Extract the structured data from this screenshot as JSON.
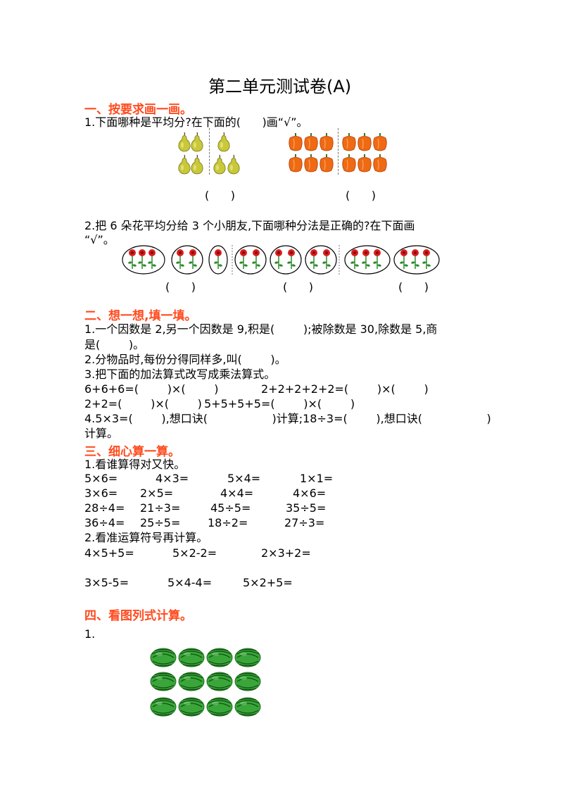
{
  "title": "第二单元测试卷(A)",
  "sections": {
    "s1": "一、按要求画一画。",
    "s2": "二、想一想,填一填。",
    "s3": "三、细心算一算。",
    "s4": "四、看图列式计算。"
  },
  "q1": {
    "line1": "1.下面哪种是平均分?在下面的(      )画“√”。",
    "paren_a": "(      )",
    "paren_b": "(      )"
  },
  "q2": {
    "line1": "2.把 6 朵花平均分给 3 个小朋友,下面哪种分法是正确的?在下面画",
    "line2": "“√”。",
    "paren_a": "(      )",
    "paren_b": "(      )",
    "paren_c": "(      )"
  },
  "fill": {
    "l1": "1.一个因数是 2,另一个因数是 9,积是(        );被除数是 30,除数是 5,商",
    "l2": "是(        )。",
    "l3": "2.分物品时,每份分得同样多,叫(        )。",
    "l4": "3.把下面的加法算式改写成乘法算式。",
    "l5a": "6+6+6=(        )×(        )",
    "l5b": "2+2+2+2+2=(        )×(        )",
    "l6a": "2+2=(        )×(        )",
    "l6b": "5+5+5+5=(        )×(        )",
    "l7": "4.5×3=(        ),想口诀(                  )计算;18÷3=(        ),想口诀(                  )",
    "l8": "计算。"
  },
  "calc": {
    "h1": "1.看谁算得对又快。",
    "rows": [
      [
        "5×6=",
        "4×3=",
        "5×4=",
        "1×1="
      ],
      [
        "3×6=",
        "2×5=",
        "4×4=",
        "4×6="
      ],
      [
        "28÷4=",
        "21÷3=",
        "45÷5=",
        "35÷5="
      ],
      [
        "36÷4=",
        "25÷5=",
        "18÷2=",
        "27÷3="
      ]
    ],
    "h2": "2.看准运算符号再计算。",
    "rows2": [
      [
        "4×5+5=",
        "5×2-2=",
        "2×3+2="
      ],
      [
        "3×5-5=",
        "5×4-4=",
        "5×2+5="
      ]
    ]
  },
  "pic": {
    "label": "1."
  }
}
